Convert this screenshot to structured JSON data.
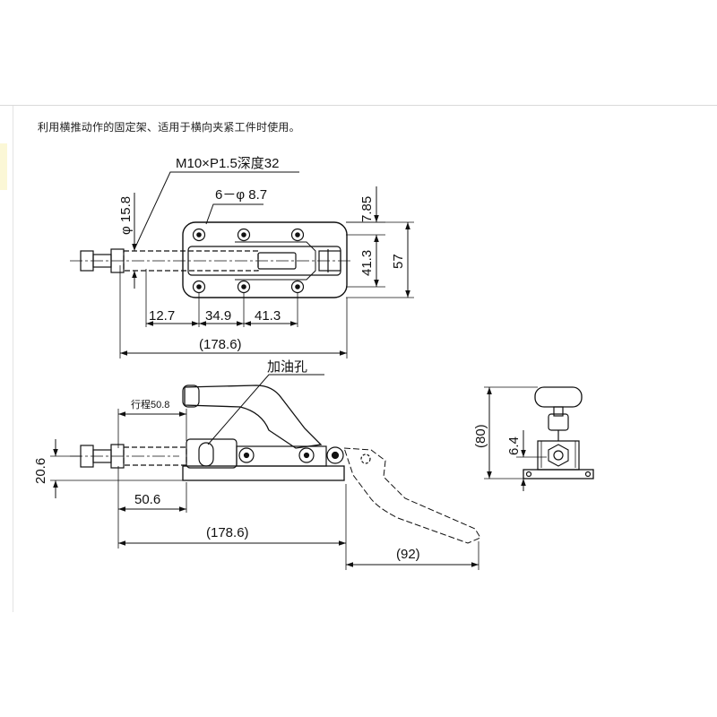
{
  "description": "利用横推动作的固定架、适用于横向夹紧工件时使用。",
  "top_view": {
    "thread_callout": "M10×P1.5深度32",
    "holes_callout": "6－φ 8.7",
    "rod_diameter": "φ 15.8",
    "dim_top_offset": "7.85",
    "dim_hole_spacing": "41.3",
    "dim_base_width": "57",
    "dim_a": "12.7",
    "dim_b": "34.9",
    "dim_c": "41.3",
    "dim_overall": "(178.6)"
  },
  "side_view": {
    "oil_hole": "加油孔",
    "stroke": "行程50.8",
    "height": "20.6",
    "dim_rod": "50.6",
    "dim_overall": "(178.6)",
    "dim_handle": "(92)"
  },
  "end_view": {
    "height": "(80)",
    "dim_small": "6.4"
  },
  "colors": {
    "line": "#111111",
    "page_border": "#d9d9d9"
  }
}
